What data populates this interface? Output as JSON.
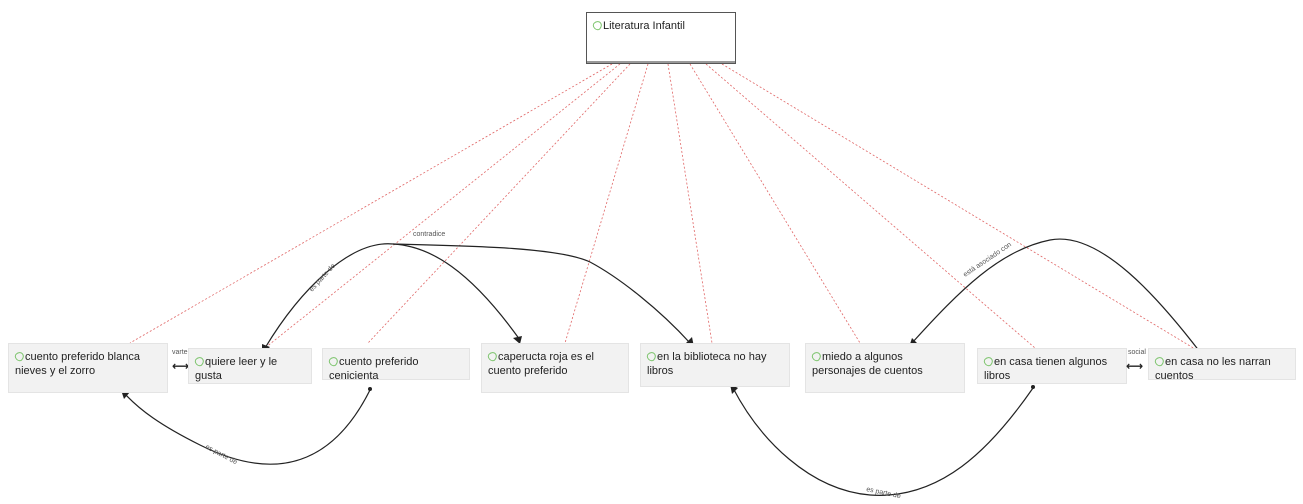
{
  "root": {
    "label": "Literatura Infantil"
  },
  "nodes": [
    {
      "id": "blanca",
      "label": "cuento preferido blanca nieves y el zorro"
    },
    {
      "id": "quiere",
      "label": "quiere leer y le gusta"
    },
    {
      "id": "cenicienta",
      "label": "cuento preferido cenicienta"
    },
    {
      "id": "caperucita",
      "label": "caperucta roja es el cuento preferido"
    },
    {
      "id": "biblioteca",
      "label": "en la biblioteca no hay libros"
    },
    {
      "id": "miedo",
      "label": "miedo a algunos personajes de cuentos"
    },
    {
      "id": "casa",
      "label": "en casa tienen algunos libros"
    },
    {
      "id": "narran",
      "label": "en casa no les narran cuentos"
    }
  ],
  "relations": {
    "contradice": "contradice",
    "es_parte_de_1": "es parte de",
    "es_parte_de_2": "es parte de",
    "es_parte_de_3": "es parte de",
    "esta_asociado": "está asociado con",
    "small_left": "varte",
    "small_right": "social"
  },
  "colors": {
    "link_red": "#e06666",
    "link_black": "#222222",
    "icon_green": "#7cc46c"
  }
}
